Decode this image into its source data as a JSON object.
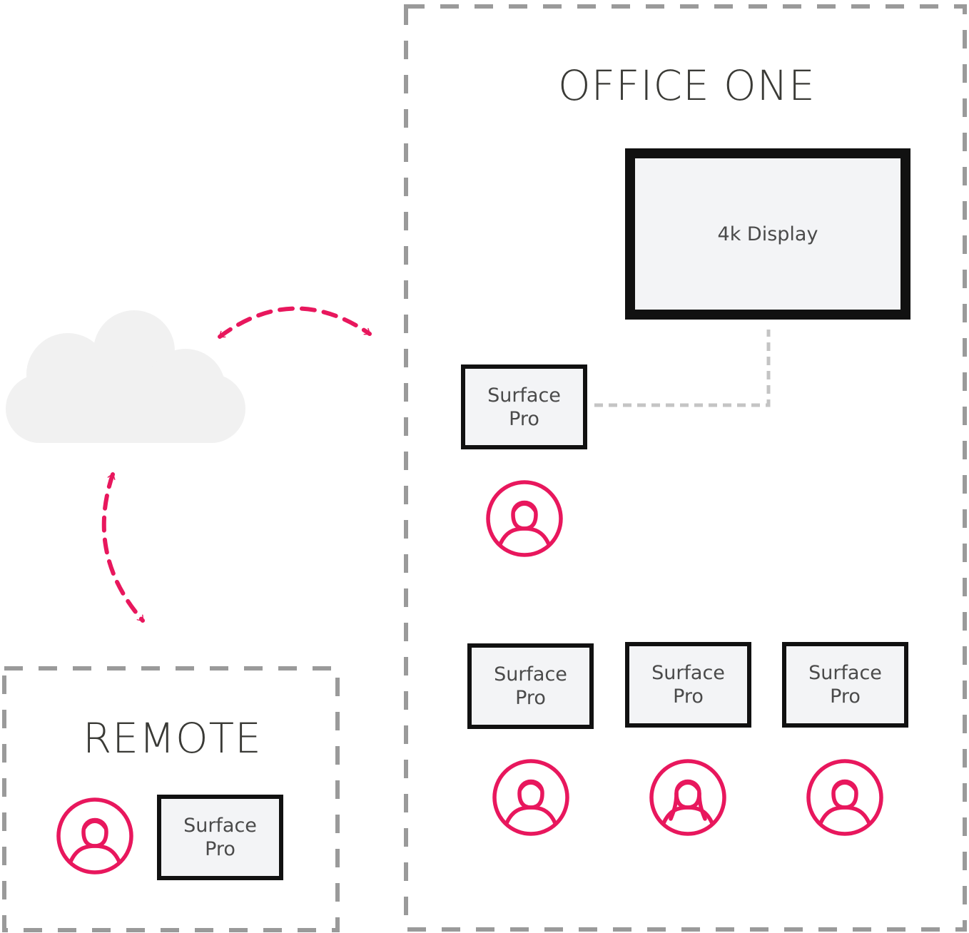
{
  "zones": {
    "office": {
      "title": "OFFICE ONE"
    },
    "remote": {
      "title": "REMOTE"
    }
  },
  "display": {
    "label": "4k Display"
  },
  "devices": {
    "office_main": {
      "label": "Surface\nPro"
    },
    "office_a": {
      "label": "Surface\nPro"
    },
    "office_b": {
      "label": "Surface\nPro"
    },
    "office_c": {
      "label": "Surface\nPro"
    },
    "remote": {
      "label": "Surface\nPro"
    }
  },
  "icons": {
    "cloud": "cloud-icon",
    "user": "user-avatar-icon",
    "user_female": "user-avatar-female-icon",
    "sync_arrow": "bidirectional-arrow-icon"
  },
  "colors": {
    "accent": "#e8175d",
    "zone_border": "#9a9a9a",
    "link": "#c4c4c4",
    "cloud": "#f1f1f1",
    "device_border": "#111111",
    "device_fill": "#f3f4f6"
  }
}
